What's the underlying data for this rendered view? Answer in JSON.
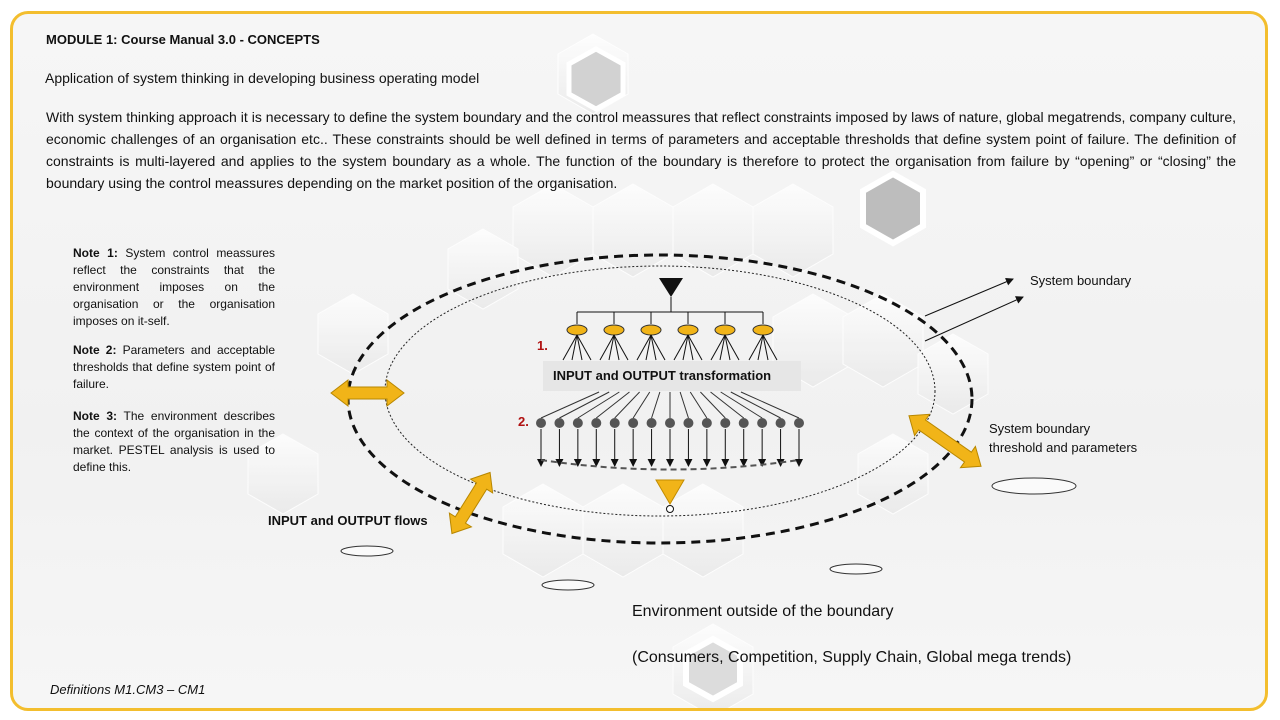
{
  "title": "MODULE 1: Course Manual 3.0 - CONCEPTS",
  "subtitle": "Application of system thinking in developing business operating model",
  "paragraph": "With system thinking approach it is necessary to define the system boundary and the control meassures that reflect constraints imposed by laws of nature, global megatrends, company culture, economic challenges of an organisation etc.. These constraints should be well defined in terms of parameters and acceptable thresholds that define system point of failure. The definition of constraints is multi-layered and applies to the system boundary as a whole. The function of the boundary is therefore to protect the organisation from failure by “opening” or “closing” the boundary using the control meassures depending on the market position of the organisation.",
  "notes": [
    {
      "label": "Note 1:",
      "text": " System control meassures reflect the constraints that the environment imposes on the organisation or the organisation imposes on it-self."
    },
    {
      "label": "Note 2:",
      "text": " Parameters and acceptable thresholds that define system point of failure."
    },
    {
      "label": "Note 3:",
      "text": " The environment describes the context of the organisation in the market. PESTEL analysis is used to define this."
    }
  ],
  "diagram": {
    "transformation_label": "INPUT and OUTPUT transformation",
    "marker_1": "1.",
    "marker_2": "2.",
    "system_boundary_label": "System boundary",
    "threshold_label_line1": "System boundary",
    "threshold_label_line2": "threshold and parameters",
    "flows_label": "INPUT and OUTPUT flows",
    "accent_color": "#f1b418",
    "marker_color": "#b01010"
  },
  "environment": {
    "line1": "Environment outside of the boundary",
    "line2": "(Consumers, Competition, Supply Chain, Global mega trends)"
  },
  "footer": "Definitions M1.CM3 – CM1"
}
